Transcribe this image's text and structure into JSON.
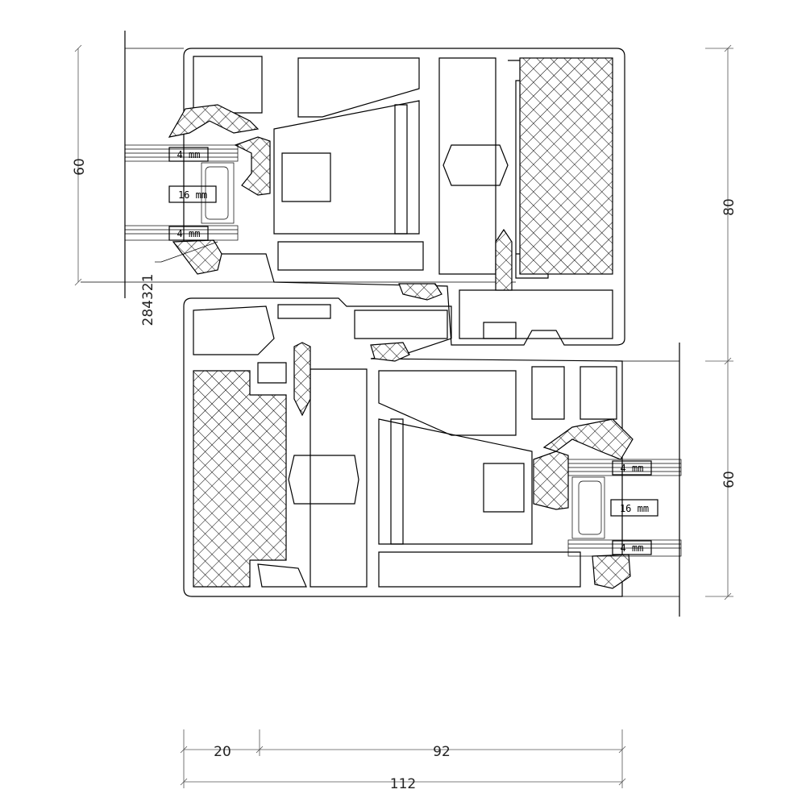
{
  "dimensions": {
    "left_height": "60",
    "right_upper_height": "80",
    "right_lower_height": "60",
    "bottom_left_width": "20",
    "bottom_right_width": "92",
    "bottom_total_width": "112"
  },
  "part_number": "284321",
  "glazing": {
    "top": {
      "outer_pane": "4 mm",
      "cavity": "16 mm",
      "inner_pane": "4 mm"
    },
    "bottom": {
      "outer_pane": "4 mm",
      "cavity": "16 mm",
      "inner_pane": "4 mm"
    }
  }
}
